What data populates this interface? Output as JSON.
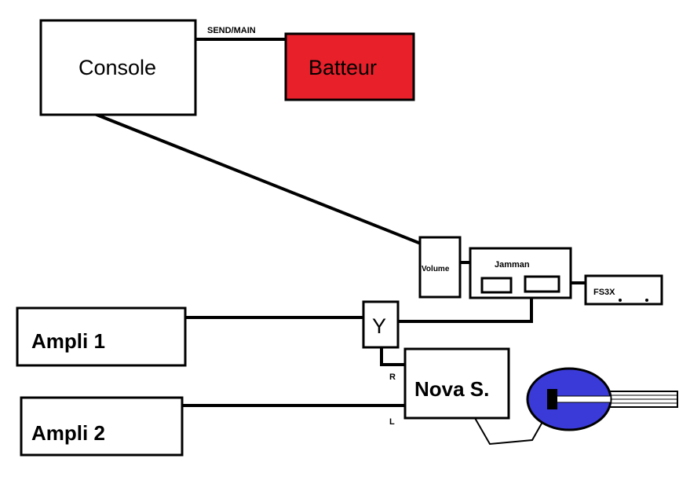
{
  "nodes": {
    "console": "Console",
    "batteur": "Batteur",
    "volume": "Volume",
    "jamman": "Jamman",
    "fs3x": "FS3X",
    "y_splitter": "Y",
    "ampli1": "Ampli 1",
    "ampli2": "Ampli 2",
    "nova": "Nova S."
  },
  "labels": {
    "send_main": "SEND/MAIN",
    "right": "R",
    "left": "L"
  },
  "colors": {
    "batteur_fill": "#e8202a",
    "guitar_body": "#3a3ad8"
  }
}
